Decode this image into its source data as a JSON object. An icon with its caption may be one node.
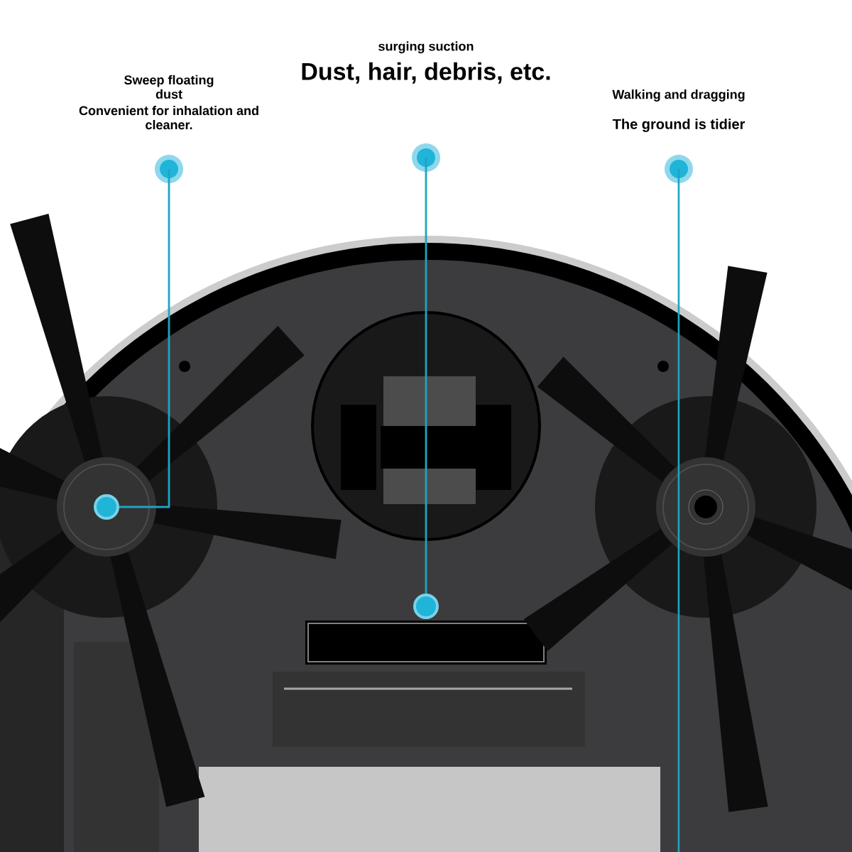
{
  "diagram": {
    "nodes": [
      {
        "text": [
          "Sweep floating dust",
          "Convenient for inhalation and cleaner."
        ]
      },
      {
        "text": [
          "surging suction",
          "Dust, hair, debris, etc."
        ]
      },
      {
        "text": [
          "Walking and dragging",
          "The ground is tidier"
        ]
      },
      {
        "text": [],
        "shape": "circle"
      },
      {
        "text": [],
        "shape": "circle"
      }
    ],
    "edges": [
      {
        "from": 0,
        "to": 3,
        "arrow": "other"
      },
      {
        "from": 1,
        "to": 4,
        "arrow": "other"
      },
      {
        "from": 2,
        "to": null,
        "arrow": "other"
      }
    ]
  }
}
